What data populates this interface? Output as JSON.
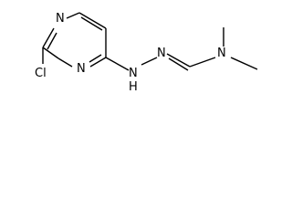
{
  "structure": {
    "atoms": {
      "chlorine": "Cl",
      "ring_n_top": "N",
      "ring_n_bottom": "N",
      "hydrazone_nh": "N",
      "hydrazone_h": "H",
      "hydrazone_n": "N",
      "amine_n": "N"
    },
    "colors": {
      "bond": "#000000",
      "label": "#000000",
      "background": "#ffffff"
    }
  }
}
